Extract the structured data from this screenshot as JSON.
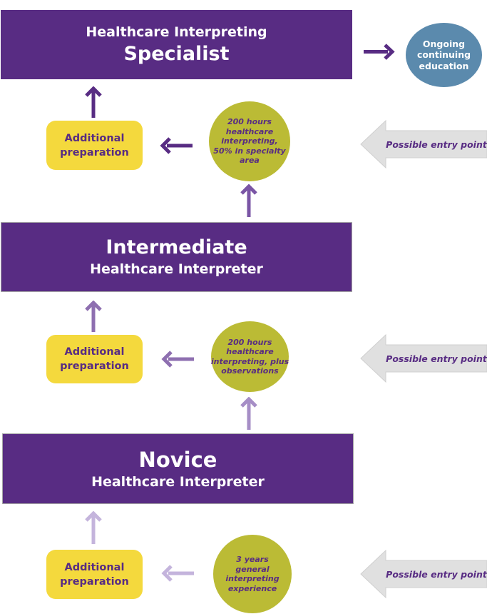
{
  "colors": {
    "level_purple": "#582c83",
    "prep_yellow": "#f4d93d",
    "requirement_green": "#bbbb35",
    "education_blue": "#5b8aad",
    "entry_arrow_grey": "#e0e0e0",
    "arrow_strong": "#582c83",
    "arrow_medium": "#8e6fb0",
    "arrow_light": "#c4b4dc"
  },
  "levels": {
    "specialist": {
      "line1": "Healthcare Interpreting",
      "line2": "Specialist"
    },
    "intermediate": {
      "line1": "Intermediate",
      "line2": "Healthcare Interpreter"
    },
    "novice": {
      "line1": "Novice",
      "line2": "Healthcare Interpreter"
    }
  },
  "continuing_education": {
    "lines": [
      "Ongoing",
      "continuing",
      "education"
    ]
  },
  "preparation": {
    "lines": [
      "Additional",
      "preparation"
    ]
  },
  "requirements": {
    "to_specialist": {
      "lines": [
        "200 hours",
        "healthcare",
        "interpreting,",
        "50% in specialty",
        "area"
      ]
    },
    "to_intermediate": {
      "lines": [
        "200 hours",
        "healthcare",
        "interpreting, plus",
        "observations"
      ]
    },
    "to_novice": {
      "lines": [
        "3 years",
        "general",
        "interpreting",
        "experience"
      ]
    }
  },
  "entry_point": {
    "label": "Possible entry point"
  }
}
